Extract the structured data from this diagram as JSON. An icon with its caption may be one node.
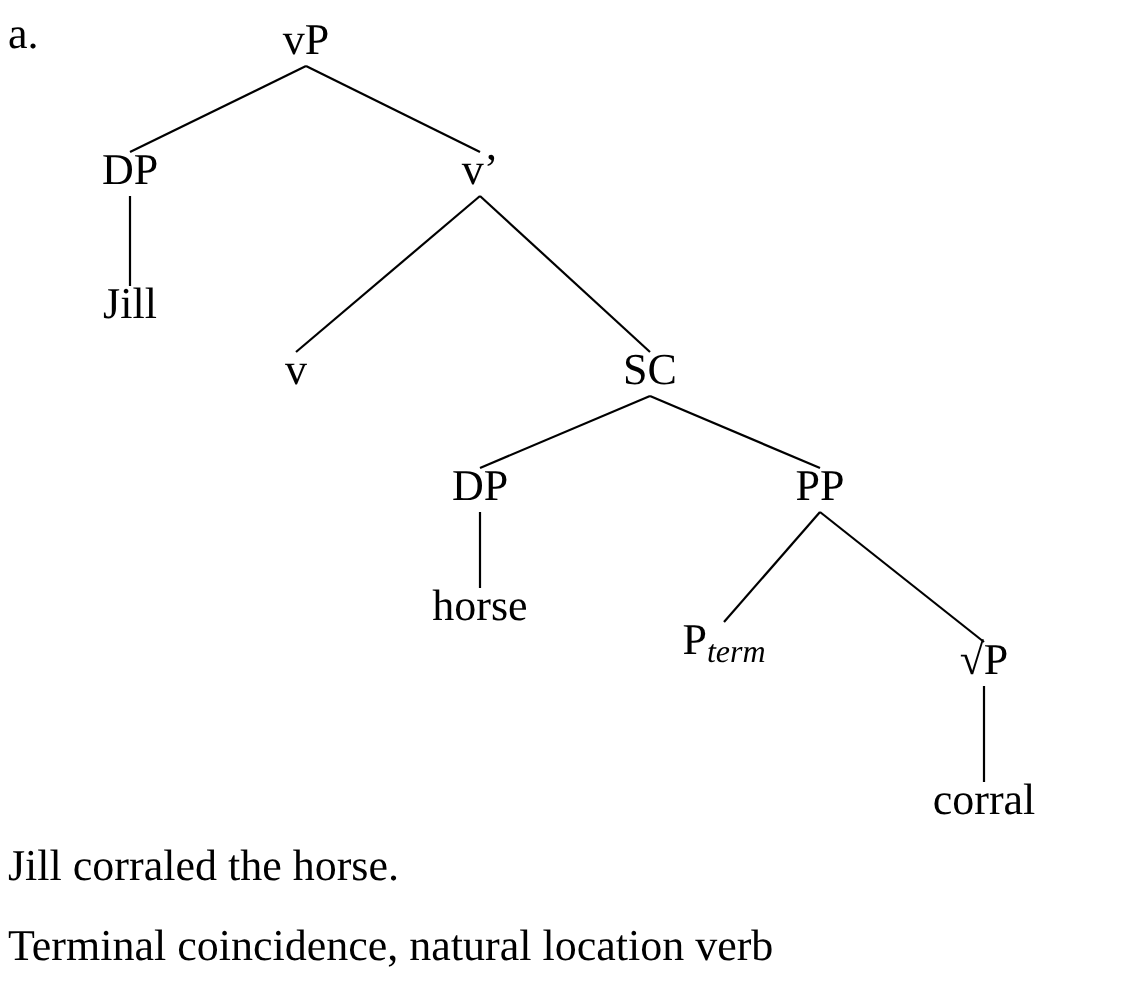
{
  "diagram": {
    "nodes": [
      {
        "text": [
          "vP"
        ]
      },
      {
        "text": [
          "DP"
        ]
      },
      {
        "text": [
          "v’"
        ]
      },
      {
        "text": [
          "Jill"
        ]
      },
      {
        "text": [
          "v"
        ]
      },
      {
        "text": [
          "SC"
        ]
      },
      {
        "text": [
          "DP"
        ]
      },
      {
        "text": [
          "PP"
        ]
      },
      {
        "text": [
          "horse"
        ]
      },
      {
        "text": [
          "P$_{term}$"
        ]
      },
      {
        "text": [
          "√P"
        ]
      },
      {
        "text": [
          "corral"
        ]
      }
    ],
    "edges": [
      {
        "from": 0,
        "to": 1,
        "arrow": "none"
      },
      {
        "from": 0,
        "to": 2,
        "arrow": "none"
      },
      {
        "from": 1,
        "to": 3,
        "arrow": "none"
      },
      {
        "from": 2,
        "to": 4,
        "arrow": "none"
      },
      {
        "from": 2,
        "to": 5,
        "arrow": "none"
      },
      {
        "from": 5,
        "to": 6,
        "arrow": "none"
      },
      {
        "from": 5,
        "to": 7,
        "arrow": "none"
      },
      {
        "from": 6,
        "to": 8,
        "arrow": "none"
      },
      {
        "from": 7,
        "to": 9,
        "arrow": "none"
      },
      {
        "from": 7,
        "to": 10,
        "arrow": "none"
      },
      {
        "from": 10,
        "to": 11,
        "arrow": "none"
      }
    ],
    "labels": [
      "a.",
      "Jill corraled the horse.",
      "Terminal coincidence, natural location verb"
    ]
  }
}
